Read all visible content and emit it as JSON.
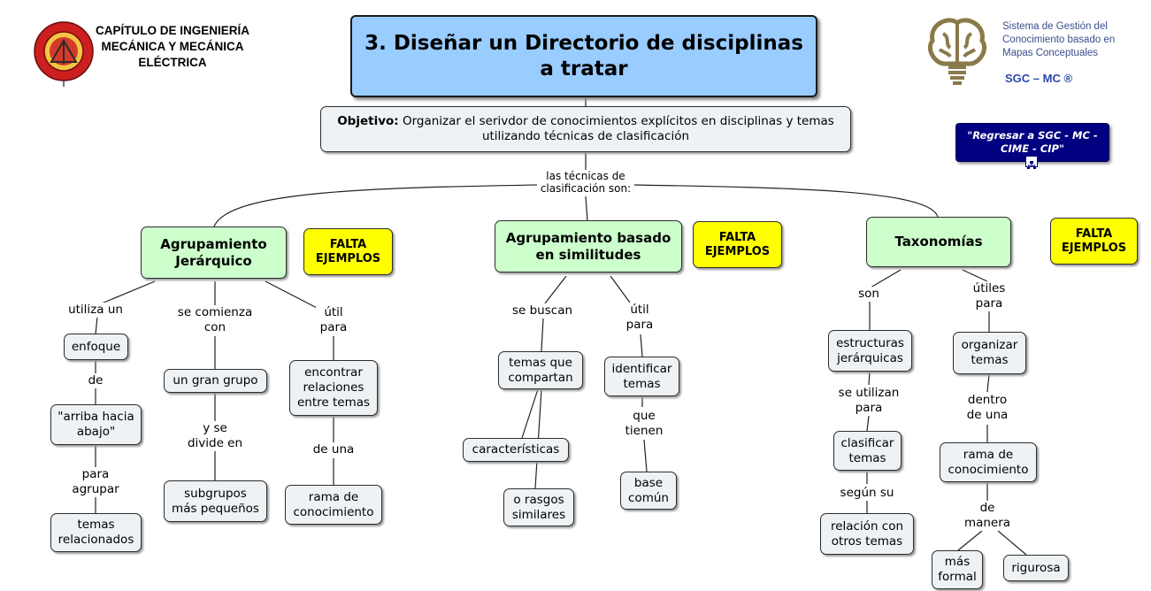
{
  "header": {
    "left_logo_text": "CAPÍTULO DE INGENIERÍA MECÁNICA Y MECÁNICA ELÉCTRICA",
    "right_logo_text": "Sistema de Gestión del Conocimiento basado en Mapas Conceptuales",
    "right_logo_brand": "SGC – MC ®"
  },
  "title": "3. Diseñar un Directorio de disciplinas a tratar",
  "objective": {
    "label": "Objetivo:",
    "text": "Organizar el serivdor de conocimientos explícitos en disciplinas y temas utilizando técnicas de clasificación"
  },
  "return_button": "\"Regresar a SGC - MC - CIME - CIP\"",
  "root_link": "las técnicas de clasificación son:",
  "falta_label": "FALTA EJEMPLOS",
  "branches": {
    "jerarquico": {
      "title": "Agrupamiento Jerárquico",
      "utiliza_un": "utiliza un",
      "enfoque": "enfoque",
      "de": "de",
      "arriba": "\"arriba hacia abajo\"",
      "para_agrupar": "para agrupar",
      "temas_relacionados": "temas relacionados",
      "se_comienza_con": "se comienza con",
      "un_gran_grupo": "un gran grupo",
      "y_se_divide_en": "y se divide en",
      "subgrupos": "subgrupos más pequeños",
      "util_para": "útil para",
      "encontrar": "encontrar relaciones entre temas",
      "de_una": "de una",
      "rama": "rama de conocimiento"
    },
    "similitudes": {
      "title": "Agrupamiento basado en similitudes",
      "se_buscan": "se buscan",
      "temas_que_compartan": "temas que compartan",
      "caracteristicas": "características",
      "rasgos": "o rasgos similares",
      "util_para": "útil para",
      "identificar": "identificar temas",
      "que_tienen": "que tienen",
      "base_comun": "base común"
    },
    "taxonomias": {
      "title": "Taxonomías",
      "son": "son",
      "estructuras": "estructuras jerárquicas",
      "se_utilizan_para": "se utilizan para",
      "clasificar": "clasificar temas",
      "segun_su": "según su",
      "relacion": "relación con otros temas",
      "utiles_para": "útiles para",
      "organizar": "organizar temas",
      "dentro_de_una": "dentro de una",
      "rama": "rama de conocimiento",
      "de_manera": "de manera",
      "mas_formal": "más formal",
      "rigurosa": "rigurosa"
    }
  },
  "colors": {
    "title_bg": "#99ccff",
    "concept_green": "#ccffcc",
    "falta_yellow": "#ffff00",
    "node_bg": "#eef2f4",
    "return_bg": "#000080",
    "logo_red": "#cc1f1f",
    "logo_brain": "#8a7a4a"
  }
}
